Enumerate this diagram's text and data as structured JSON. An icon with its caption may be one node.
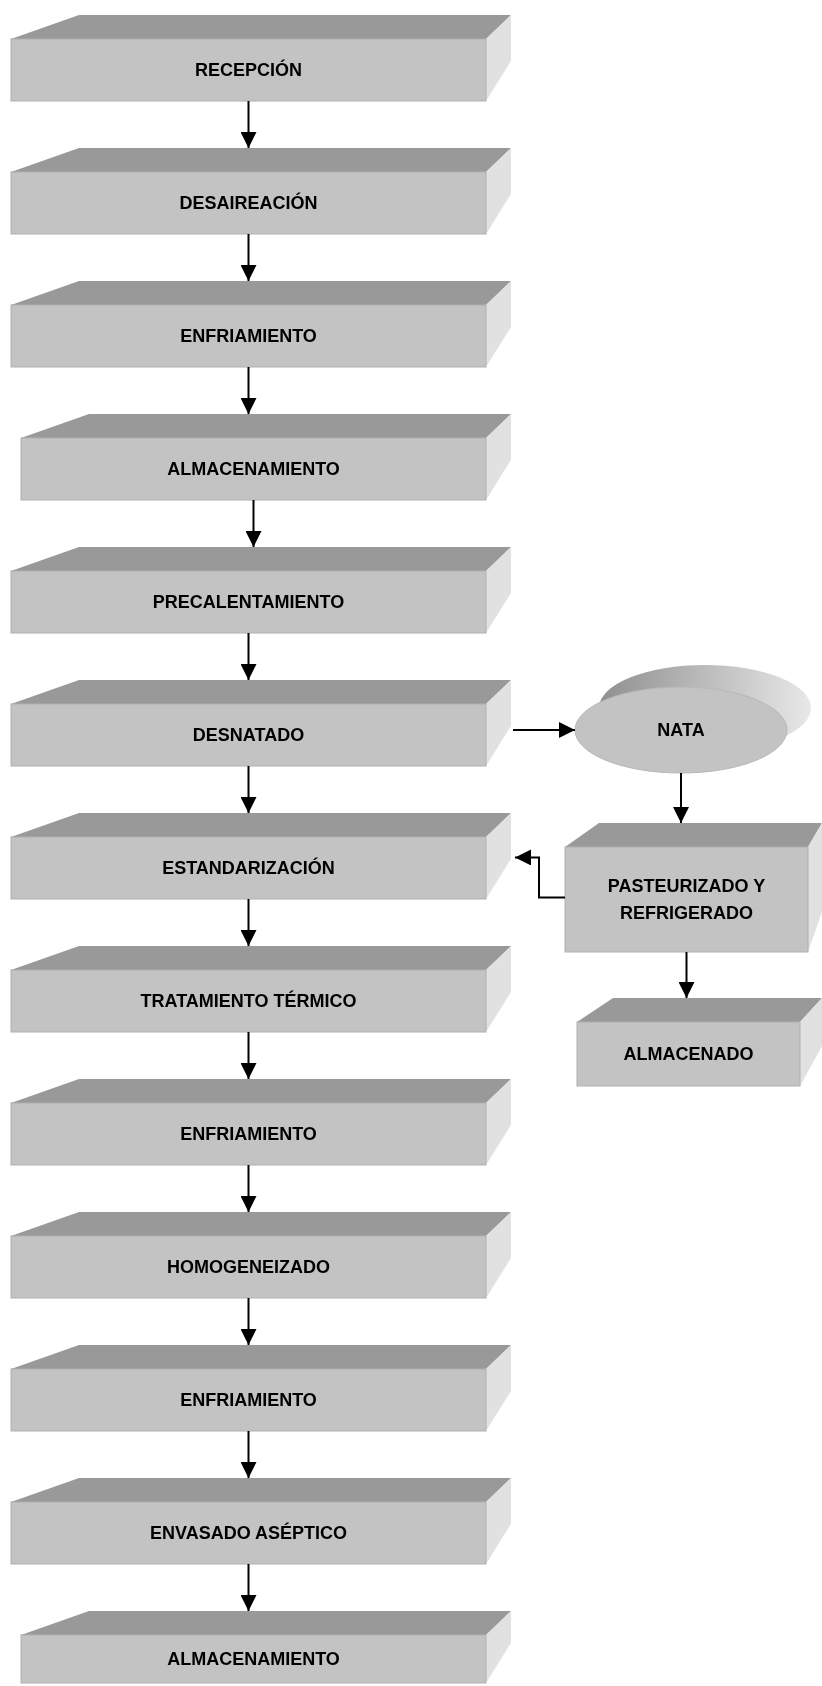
{
  "diagram": {
    "nodes": [
      {
        "text": [
          "RECEPCIÓN"
        ]
      },
      {
        "text": [
          "DESAIREACIÓN"
        ]
      },
      {
        "text": [
          "ENFRIAMIENTO"
        ]
      },
      {
        "text": [
          "ALMACENAMIENTO"
        ]
      },
      {
        "text": [
          "PRECALENTAMIENTO"
        ]
      },
      {
        "text": [
          "DESNATADO"
        ]
      },
      {
        "text": [
          "ESTANDARIZACIÓN"
        ]
      },
      {
        "text": [
          "TRATAMIENTO TÉRMICO"
        ]
      },
      {
        "text": [
          "ENFRIAMIENTO"
        ]
      },
      {
        "text": [
          "HOMOGENEIZADO"
        ]
      },
      {
        "text": [
          "ENFRIAMIENTO"
        ]
      },
      {
        "text": [
          "ENVASADO ASÉPTICO"
        ]
      },
      {
        "text": [
          "ALMACENAMIENTO"
        ]
      },
      {
        "text": [
          "NATA"
        ]
      },
      {
        "text": [
          "PASTEURIZADO Y REFRIGERADO"
        ]
      },
      {
        "text": [
          "ALMACENADO"
        ]
      }
    ],
    "edges": [
      {
        "from": 0,
        "to": 1,
        "arrow": "to"
      },
      {
        "from": 1,
        "to": 2,
        "arrow": "to"
      },
      {
        "from": 2,
        "to": 3,
        "arrow": "to"
      },
      {
        "from": 3,
        "to": 4,
        "arrow": "to"
      },
      {
        "from": 4,
        "to": 5,
        "arrow": "to"
      },
      {
        "from": 5,
        "to": 6,
        "arrow": "to"
      },
      {
        "from": 6,
        "to": 7,
        "arrow": "to"
      },
      {
        "from": 7,
        "to": 8,
        "arrow": "to"
      },
      {
        "from": 8,
        "to": 9,
        "arrow": "to"
      },
      {
        "from": 9,
        "to": 10,
        "arrow": "to"
      },
      {
        "from": 10,
        "to": 11,
        "arrow": "to"
      },
      {
        "from": 11,
        "to": 12,
        "arrow": "to"
      },
      {
        "from": 5,
        "to": 13,
        "arrow": "to"
      },
      {
        "from": 13,
        "to": 14,
        "arrow": "to"
      },
      {
        "from": 14,
        "to": 6,
        "arrow": "to"
      },
      {
        "from": 14,
        "to": 15,
        "arrow": "to"
      }
    ]
  }
}
